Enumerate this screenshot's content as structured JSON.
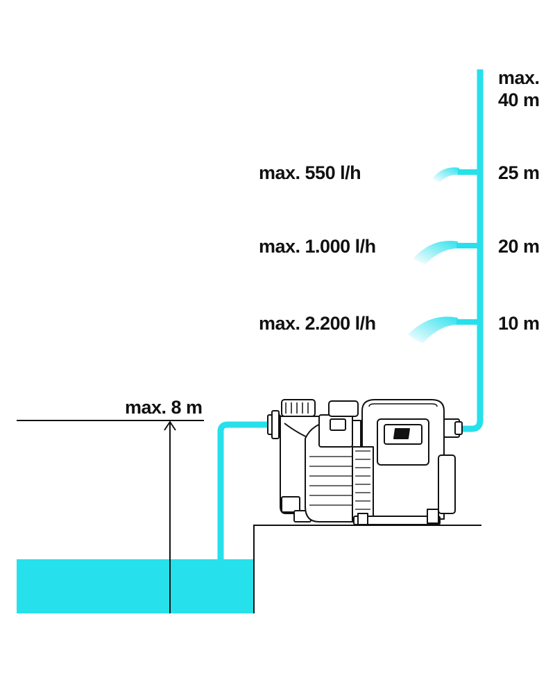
{
  "colors": {
    "water": "#26e0eb",
    "line": "#111111",
    "pump_body": "#ffffff",
    "pump_stroke": "#111111"
  },
  "labels": {
    "head_max_line1": "max.",
    "head_max_line2": "40 m",
    "head_25": "25 m",
    "head_20": "20 m",
    "head_10": "10 m",
    "flow_550": "max. 550 l/h",
    "flow_1000": "max. 1.000 l/h",
    "flow_2200": "max. 2.200 l/h",
    "suction_max": "max. 8 m"
  },
  "icons": [
    "garden-pump-icon",
    "up-arrow-icon"
  ]
}
